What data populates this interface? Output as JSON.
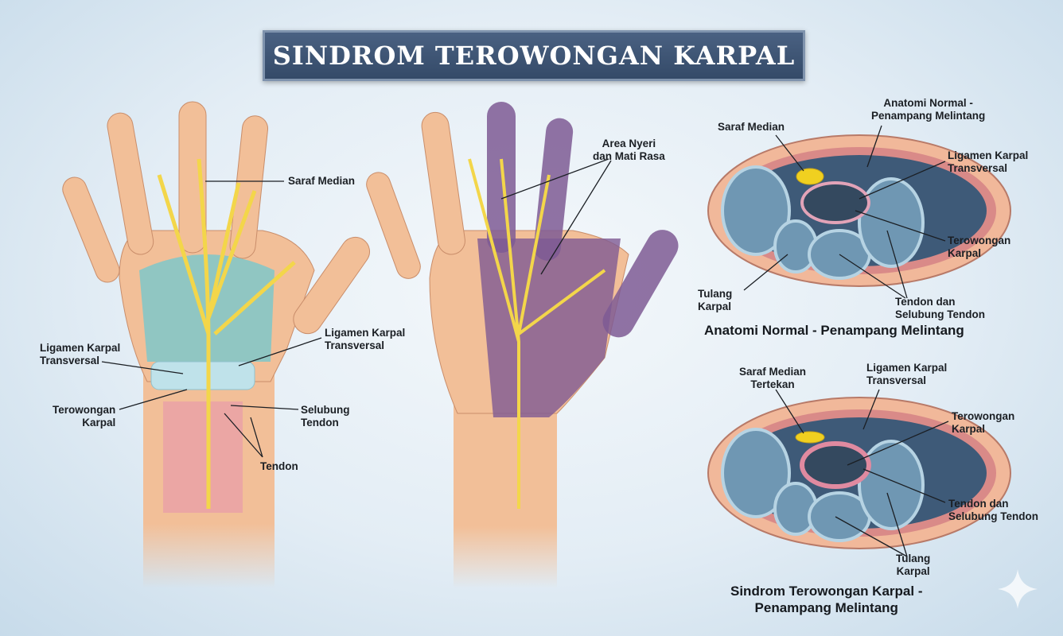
{
  "title": "SINDROM TEROWONGAN KARPAL",
  "left_hand": {
    "saraf_median": "Saraf Median",
    "ligamen_right": "Ligamen Karpal\nTransversal",
    "ligamen_left": "Ligamen Karpal\nTransversal",
    "terowongan": "Terowongan\nKarpal",
    "selubung": "Selubung\nTendon",
    "tendon": "Tendon"
  },
  "middle_hand": {
    "area": "Area Nyeri\ndan Mati Rasa"
  },
  "normal_section": {
    "saraf_median": "Saraf Median",
    "anatomi": "Anatomi Normal -\nPenampang Melintang",
    "ligamen": "Ligamen Karpal\nTransversal",
    "terowongan": "Terowongan\nKarpal",
    "tulang": "Tulang\nKarpal",
    "tendon": "Tendon dan\nSelubung Tendon",
    "caption": "Anatomi Normal - Penampang Melintang"
  },
  "cts_section": {
    "saraf": "Saraf Median\nTertekan",
    "ligamen": "Ligamen Karpal\nTransversal",
    "terowongan": "Terowongan\nKarpal",
    "tendon": "Tendon dan\nSelubung Tendon",
    "tulang": "Tulang\nKarpal",
    "caption": "Sindrom Terowongan Karpal -\nPenampang Melintang"
  },
  "colors": {
    "banner": "#3b5270",
    "skin": "#f2bf98",
    "nerve": "#f3d64a",
    "numb": "#7e5a94",
    "tendon": "#7fc7c9",
    "bone": "#6f97b3"
  }
}
